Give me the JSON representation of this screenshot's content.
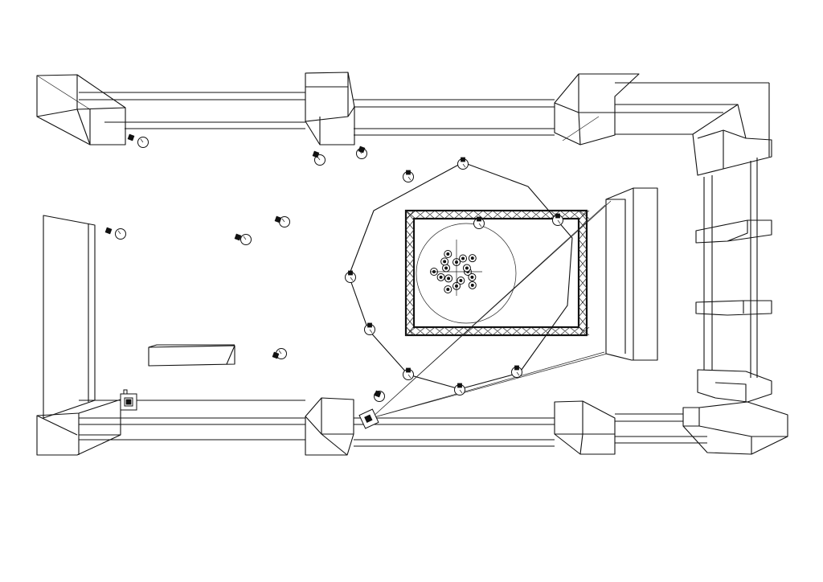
{
  "drawing": {
    "kind": "stage-lighting-plan",
    "palette": {
      "line": "#111111",
      "background": "#ffffff"
    },
    "fixtures": {
      "wall_spots": 11,
      "ring_fixtures": 6,
      "projectors": 2,
      "cluster_heads": 16
    }
  }
}
